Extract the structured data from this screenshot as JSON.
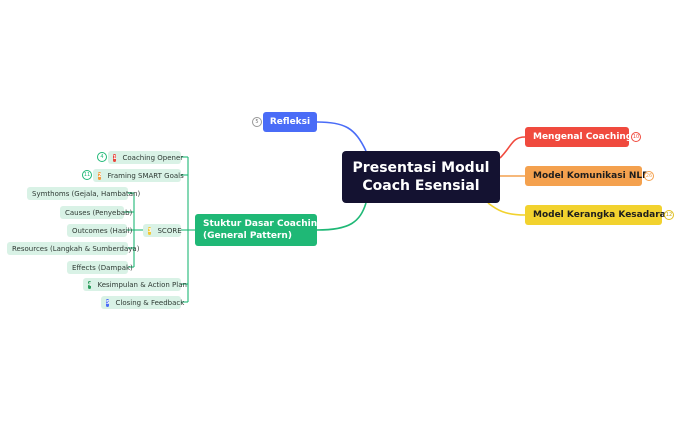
{
  "central": {
    "title_line1": "Presentasi Modul",
    "title_line2": "Coach Esensial",
    "color": "#141231"
  },
  "branches": {
    "refleksi": {
      "label": "Refleksi",
      "color": "#4a6cf7",
      "collapsed_count": "5"
    },
    "mengenal": {
      "label": "Mengenal Coaching",
      "color": "#f04a3e",
      "collapsed_count": "10"
    },
    "nlp": {
      "label": "Model Komunikasi NLP",
      "color": "#f4a14e",
      "collapsed_count": "26"
    },
    "kesadaran": {
      "label": "Model Kerangka Kesadaran",
      "color": "#f2d22e",
      "collapsed_count": "12"
    },
    "struktur": {
      "label_line1": "Stuktur Dasar Coaching",
      "label_line2": "(General Pattern)",
      "color": "#1fb876"
    }
  },
  "struktur_children": {
    "opener": {
      "label": "Coaching Opener",
      "badge": "1",
      "badge_color": "#e8453c",
      "collapsed_count": "4"
    },
    "smart": {
      "label": "Framing SMART Goals",
      "badge": "2",
      "badge_color": "#f39a3d",
      "collapsed_count": "11"
    },
    "score": {
      "label": "SCORE",
      "badge": "3",
      "badge_color": "#f2c832"
    },
    "action": {
      "label": "Kesimpulan & Action Plan",
      "badge": "4",
      "badge_color": "#2a9d5c"
    },
    "closing": {
      "label": "Closing & Feedback",
      "badge": "5",
      "badge_color": "#4a6cf7"
    }
  },
  "score_children": [
    {
      "label": "Symthoms (Gejala, Hambatan)"
    },
    {
      "label": "Causes (Penyebab)"
    },
    {
      "label": "Outcomes (Hasil)"
    },
    {
      "label": "Resources (Langkah & Sumberdaya)"
    },
    {
      "label": "Effects (Dampak)"
    }
  ],
  "link_colors": {
    "green": "#1fb876"
  }
}
